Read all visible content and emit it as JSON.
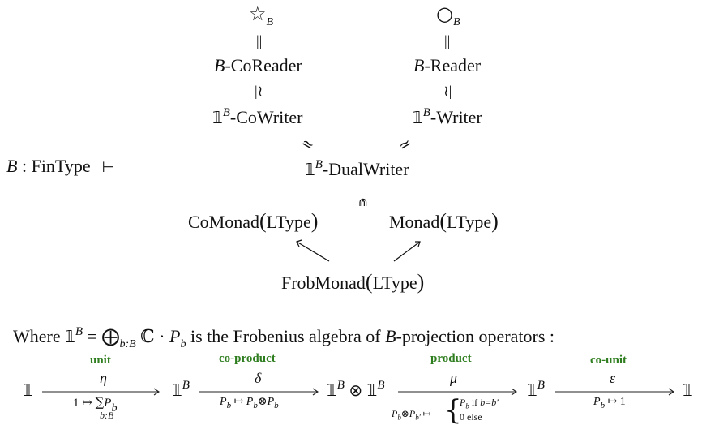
{
  "diagram": {
    "context": {
      "var": "B",
      "colon": " : ",
      "type": "FinType",
      "turnstile": "⊢"
    },
    "nodes": {
      "star": {
        "symbol": "☆",
        "sub": "B"
      },
      "circle": {
        "symbol": "○",
        "sub": "B"
      },
      "coreader": {
        "prefix": "B",
        "label": "-CoReader"
      },
      "reader": {
        "prefix": "B",
        "label": "-Reader"
      },
      "cowriter": {
        "base": "𝟙",
        "sup": "B",
        "label": "-CoWriter"
      },
      "writer": {
        "base": "𝟙",
        "sup": "B",
        "label": "-Writer"
      },
      "dualwriter": {
        "base": "𝟙",
        "sup": "B",
        "label": "-DualWriter"
      },
      "comonad": {
        "label": "CoMonad",
        "arg": "LType"
      },
      "monad": {
        "label": "Monad",
        "arg": "LType"
      },
      "frobmonad": {
        "label": "FrobMonad",
        "arg": "LType"
      }
    },
    "relations": {
      "star_eq_coreader": "||",
      "circle_eq_reader": "||",
      "coreader_iso_cowriter": "≀≀",
      "reader_iso_writer": "≀|",
      "cowriter_iso_dual": "≃",
      "writer_iso_dual": "≃",
      "dual_in": "⋒"
    }
  },
  "caption": {
    "where": "Where ",
    "one": "𝟙",
    "sup": "B",
    "eq": " = ",
    "oplus": "⨁",
    "oplus_sub": "b:B",
    "field": " ℂ · ",
    "P": "P",
    "P_sub": "b",
    "rest1": " is the Frobenius algebra of ",
    "B": "B",
    "rest2": "-projection operators :"
  },
  "sequence": {
    "objects": [
      "𝟙",
      "𝟙",
      "𝟙",
      "𝟙",
      "𝟙"
    ],
    "sup": "B",
    "otimes": "⊗",
    "arrows": [
      {
        "name": "unit",
        "symbol": "η",
        "map_lhs": "1 ↦ ",
        "sum": "∑",
        "sum_sub": "b:B",
        "map_rhs": "P",
        "map_rhs_sub": "b"
      },
      {
        "name": "co-product",
        "symbol": "δ",
        "map": "P_b ↦ P_b⊗P_b"
      },
      {
        "name": "product",
        "symbol": "μ",
        "map_lhs": "P_b⊗P_b' ↦",
        "case1": "P_b if b=b'",
        "case2": "0 else"
      },
      {
        "name": "co-unit",
        "symbol": "ε",
        "map": "P_b ↦ 1"
      }
    ],
    "label_color": "#2e7d1e"
  }
}
